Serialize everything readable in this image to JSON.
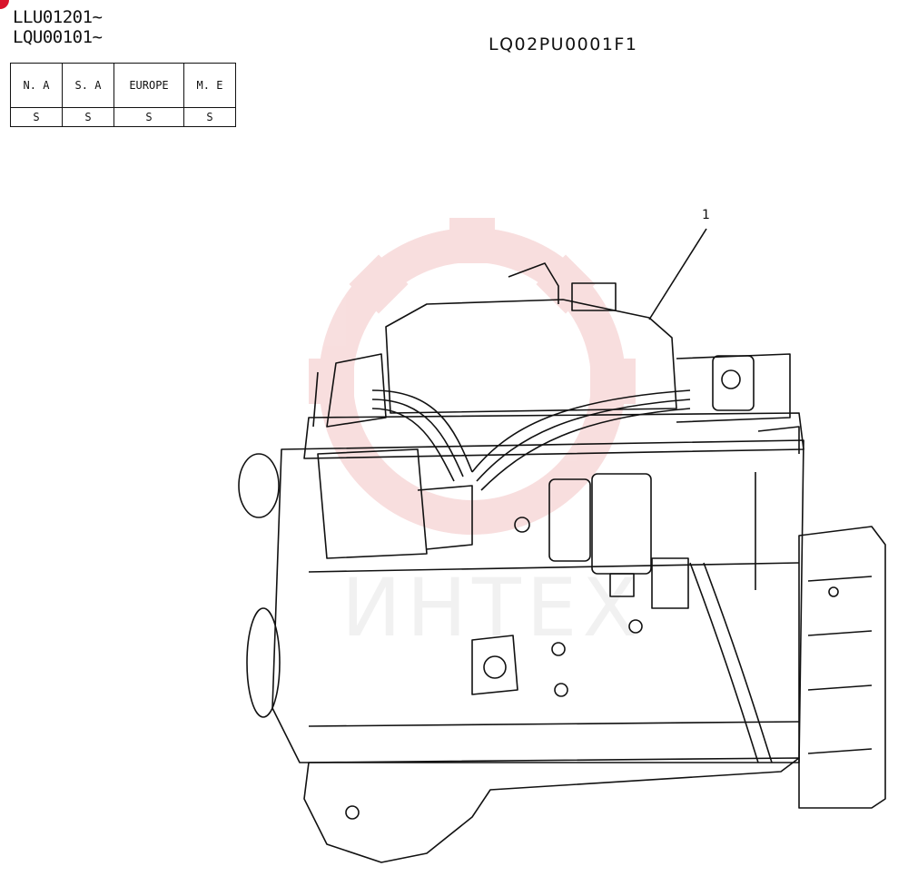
{
  "header": {
    "serial_lines": [
      "LLU01201~",
      "LQU00101~"
    ],
    "drawing_code": "LQ02PU0001F1"
  },
  "spec_table": {
    "columns": [
      "N. A",
      "S. A",
      "EUROPE",
      "M. E"
    ],
    "values": [
      "S",
      "S",
      "S",
      "S"
    ]
  },
  "diagram": {
    "callout_number": "1",
    "watermark_text": "ИНТЕХ"
  },
  "colors": {
    "line": "#111111",
    "watermark": "#f3c4c4",
    "corner_mark": "#d9132b"
  }
}
